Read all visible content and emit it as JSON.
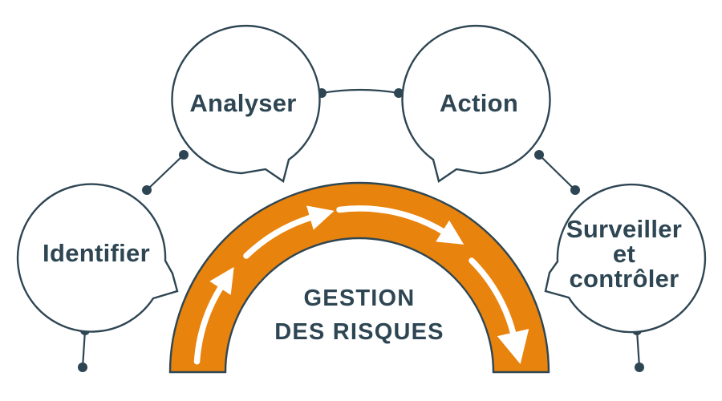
{
  "diagram": {
    "center": {
      "line1": "GESTION",
      "line2": "DES RISQUES"
    },
    "nodes": [
      {
        "id": "identifier",
        "label": "Identifier"
      },
      {
        "id": "analyser",
        "label": "Analyser"
      },
      {
        "id": "action",
        "label": "Action"
      },
      {
        "id": "surveiller",
        "label": "Surveiller et contrôler",
        "lines": [
          "Surveiller",
          "et",
          "contrôler"
        ]
      }
    ],
    "colors": {
      "accent": "#E8830D",
      "ink": "#2E4653",
      "arrow": "#FFFFFF",
      "background": "#FFFFFF"
    }
  }
}
